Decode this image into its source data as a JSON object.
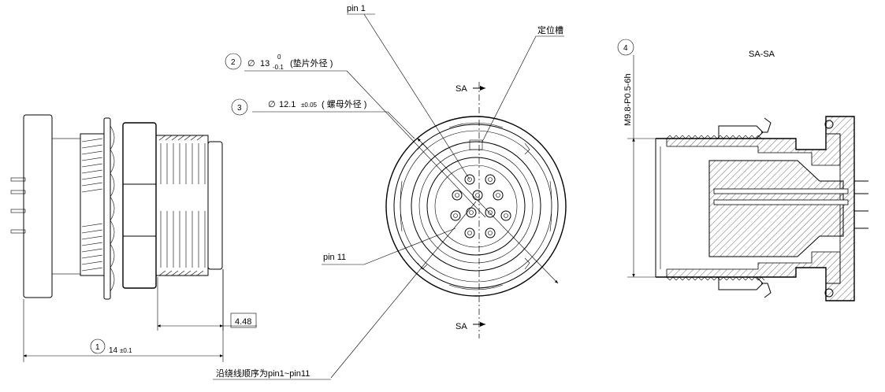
{
  "callouts": {
    "c1": "1",
    "c2": "2",
    "c3": "3",
    "c4": "4"
  },
  "dimensions": {
    "length_total_value": "14",
    "length_total_tol": "±0.1",
    "length_thread_value": "4.48",
    "washer_dia_prefix": "∅",
    "washer_dia_value": "13",
    "washer_dia_tol_upper": "0",
    "washer_dia_tol_lower": "-0.1",
    "washer_dia_note": "(垫片外径 )",
    "nut_dia_prefix": "∅",
    "nut_dia_value": "12.1",
    "nut_dia_tol": "±0.05",
    "nut_dia_note": "( 螺母外径 )",
    "thread_spec": "M9.8-P0.5-6h"
  },
  "labels": {
    "pin1": "pin 1",
    "pin11": "pin 11",
    "locating_slot": "定位槽",
    "section_mark_top": "SA",
    "section_mark_bottom": "SA",
    "section_title": "SA-SA",
    "pin_order_note": "沿绕线顺序为pin1~pin11"
  }
}
